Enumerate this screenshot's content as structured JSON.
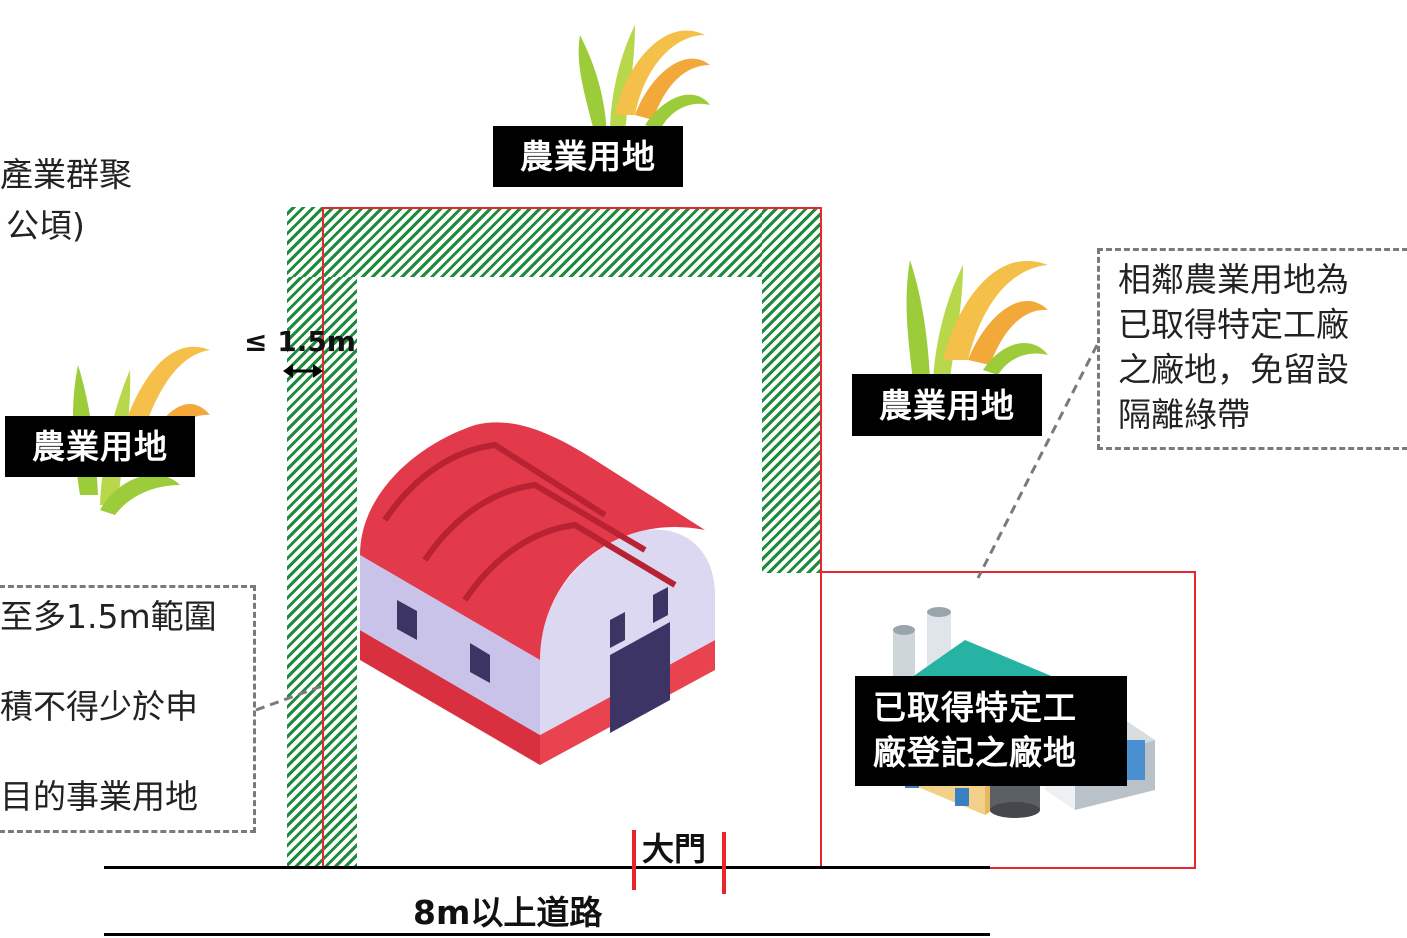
{
  "labels": {
    "farm_top": "農業用地",
    "farm_left": "農業用地",
    "farm_right": "農業用地",
    "factory_line1": "已取得特定工",
    "factory_line2": "廠登記之廠地",
    "gate": "大門",
    "road": "8m以上道路",
    "width_mark": "≤ 1.5m"
  },
  "top_left_text": {
    "line1": "產業群聚",
    "line2": "公頃)"
  },
  "note_right": {
    "line1": "相鄰農業用地為",
    "line2": "已取得特定工廠",
    "line3": "之廠地，免留設",
    "line4": "隔離綠帶"
  },
  "note_left": {
    "line1": "至多1.5m範圍",
    "line2": "積不得少於申",
    "line3": "目的事業用地"
  },
  "icons": {
    "crop": "rice-plant-icon",
    "barn": "warehouse-icon",
    "factory": "factory-icon",
    "arrow": "double-arrow-icon"
  },
  "colors": {
    "buffer_green": "#1e8a3c",
    "boundary_red": "#e8262c",
    "roof_red": "#d9303f",
    "wall_lavender": "#d6d2ee",
    "factory_teal": "#27b3a4",
    "crop_yellow": "#f5c04a",
    "crop_green": "#9ccc3a"
  }
}
